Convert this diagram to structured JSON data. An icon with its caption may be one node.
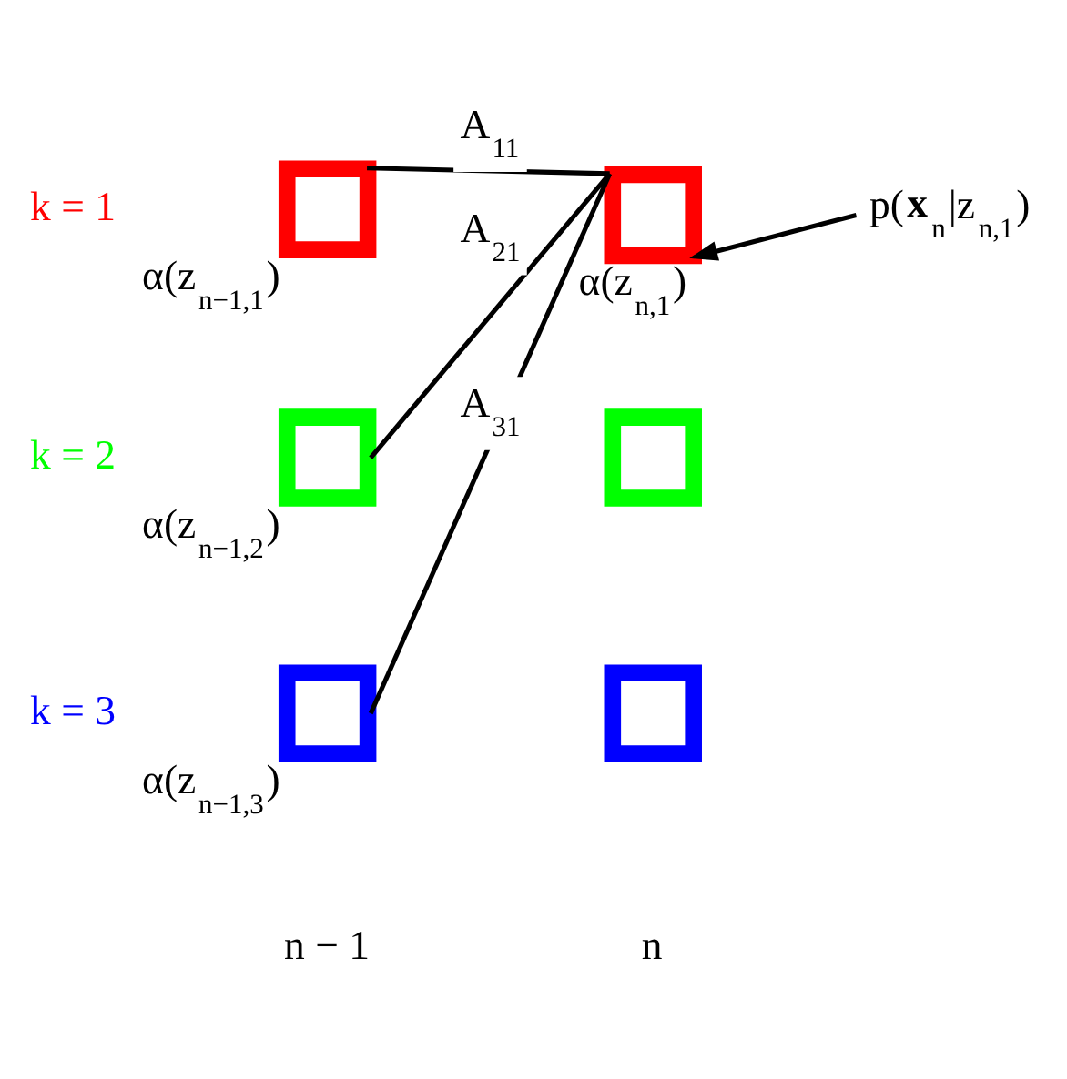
{
  "diagram": {
    "nodes": [
      {
        "text": [],
        "shape": "box",
        "beside": [
          "α(z$_{n−1,1}$)"
        ]
      },
      {
        "text": [],
        "shape": "box",
        "beside": [
          "α(z$_{n,1}$)"
        ]
      },
      {
        "text": [
          "p(**x**$_{n}$|z$_{n,1}$)"
        ]
      },
      {
        "text": [],
        "shape": "box",
        "beside": [
          "α(z$_{n−1,2}$)"
        ]
      },
      {
        "text": [],
        "shape": "box"
      },
      {
        "text": [],
        "shape": "box",
        "beside": [
          "α(z$_{n−1,3}$)"
        ]
      },
      {
        "text": [],
        "shape": "box"
      }
    ],
    "edges": [
      {
        "from": 0,
        "to": 1,
        "arrow": "none",
        "label": "A$_{11}$"
      },
      {
        "from": 3,
        "to": 1,
        "arrow": "none",
        "label": "A$_{21}$"
      },
      {
        "from": 5,
        "to": 1,
        "arrow": "none",
        "label": "A$_{31}$"
      },
      {
        "from": 2,
        "to": 1,
        "arrow": "to"
      }
    ],
    "labels": [
      "k = 1",
      "k = 2",
      "k = 3",
      "n − 1",
      "n"
    ]
  }
}
